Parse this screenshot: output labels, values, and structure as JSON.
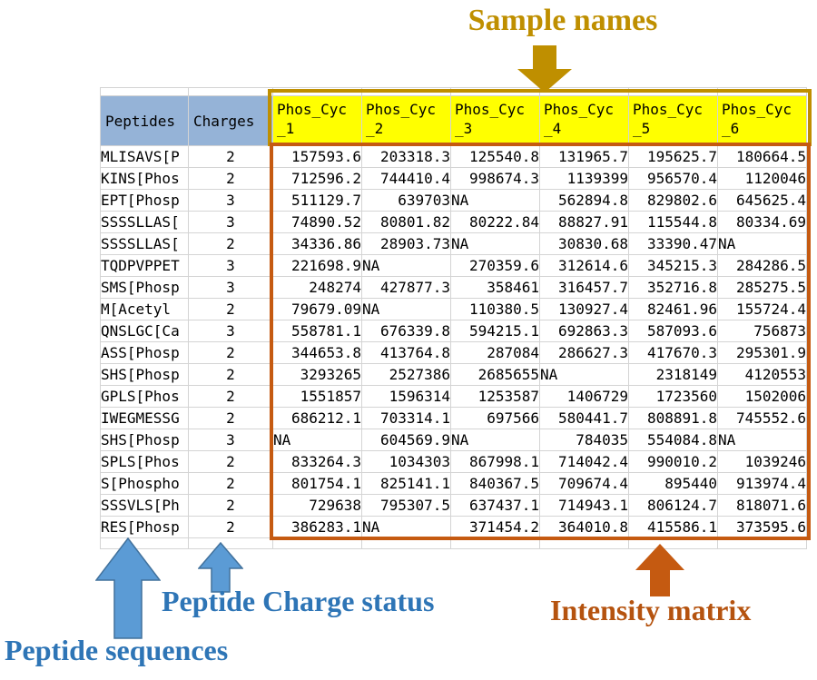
{
  "annotations": {
    "sample_names": "Sample names",
    "peptide_sequences": "Peptide sequences",
    "peptide_charge_status": "Peptide Charge status",
    "intensity_matrix": "Intensity matrix"
  },
  "colors": {
    "header_fill_blue": "#95B3D7",
    "sample_header_fill_yellow": "#FFFF00",
    "sample_header_box_border": "#BF8F00",
    "intensity_matrix_box_border": "#C55A11",
    "annotation_gold": "#BF8F00",
    "annotation_blue_text": "#2E75B6",
    "annotation_orange_text": "#B5530F",
    "arrow_blue_fill": "#5B9BD5",
    "arrow_blue_stroke": "#41719C",
    "gridline": "#D4D4D4"
  },
  "table": {
    "peptides_header": "Peptides",
    "charges_header": "Charges",
    "sample_headers": [
      "Phos_Cyc_1",
      "Phos_Cyc_2",
      "Phos_Cyc_3",
      "Phos_Cyc_4",
      "Phos_Cyc_5",
      "Phos_Cyc_6"
    ],
    "rows": [
      {
        "peptide": "MLISAVS[P",
        "charge": "2",
        "values": [
          "157593.6",
          "203318.3",
          "125540.8",
          "131965.7",
          "195625.7",
          "180664.5"
        ]
      },
      {
        "peptide": "KINS[Phos",
        "charge": "2",
        "values": [
          "712596.2",
          "744410.4",
          "998674.3",
          "1139399",
          "956570.4",
          "1120046"
        ]
      },
      {
        "peptide": "EPT[Phosp",
        "charge": "3",
        "values": [
          "511129.7",
          "639703",
          "NA",
          "562894.8",
          "829802.6",
          "645625.4"
        ]
      },
      {
        "peptide": "SSSSLLAS[",
        "charge": "3",
        "values": [
          "74890.52",
          "80801.82",
          "80222.84",
          "88827.91",
          "115544.8",
          "80334.69"
        ]
      },
      {
        "peptide": "SSSSLLAS[",
        "charge": "2",
        "values": [
          "34336.86",
          "28903.73",
          "NA",
          "30830.68",
          "33390.47",
          "NA"
        ]
      },
      {
        "peptide": "TQDPVPPET",
        "charge": "3",
        "values": [
          "221698.9",
          "NA",
          "270359.6",
          "312614.6",
          "345215.3",
          "284286.5"
        ]
      },
      {
        "peptide": "SMS[Phosp",
        "charge": "3",
        "values": [
          "248274",
          "427877.3",
          "358461",
          "316457.7",
          "352716.8",
          "285275.5"
        ]
      },
      {
        "peptide": "M[Acetyl",
        "charge": "2",
        "values": [
          "79679.09",
          "NA",
          "110380.5",
          "130927.4",
          "82461.96",
          "155724.4"
        ]
      },
      {
        "peptide": "QNSLGC[Ca",
        "charge": "3",
        "values": [
          "558781.1",
          "676339.8",
          "594215.1",
          "692863.3",
          "587093.6",
          "756873"
        ]
      },
      {
        "peptide": "ASS[Phosp",
        "charge": "2",
        "values": [
          "344653.8",
          "413764.8",
          "287084",
          "286627.3",
          "417670.3",
          "295301.9"
        ]
      },
      {
        "peptide": "SHS[Phosp",
        "charge": "2",
        "values": [
          "3293265",
          "2527386",
          "2685655",
          "NA",
          "2318149",
          "4120553"
        ]
      },
      {
        "peptide": "GPLS[Phos",
        "charge": "2",
        "values": [
          "1551857",
          "1596314",
          "1253587",
          "1406729",
          "1723560",
          "1502006"
        ]
      },
      {
        "peptide": "IWEGMESSG",
        "charge": "2",
        "values": [
          "686212.1",
          "703314.1",
          "697566",
          "580441.7",
          "808891.8",
          "745552.6"
        ]
      },
      {
        "peptide": "SHS[Phosp",
        "charge": "3",
        "values": [
          "NA",
          "604569.9",
          "NA",
          "784035",
          "554084.8",
          "NA"
        ]
      },
      {
        "peptide": "SPLS[Phos",
        "charge": "2",
        "values": [
          "833264.3",
          "1034303",
          "867998.1",
          "714042.4",
          "990010.2",
          "1039246"
        ]
      },
      {
        "peptide": "S[Phospho",
        "charge": "2",
        "values": [
          "801754.1",
          "825141.1",
          "840367.5",
          "709674.4",
          "895440",
          "913974.4"
        ]
      },
      {
        "peptide": "SSSVLS[Ph",
        "charge": "2",
        "values": [
          "729638",
          "795307.5",
          "637437.1",
          "714943.1",
          "806124.7",
          "818071.6"
        ]
      },
      {
        "peptide": "RES[Phosp",
        "charge": "2",
        "values": [
          "386283.1",
          "NA",
          "371454.2",
          "364010.8",
          "415586.1",
          "373595.6"
        ]
      }
    ]
  }
}
